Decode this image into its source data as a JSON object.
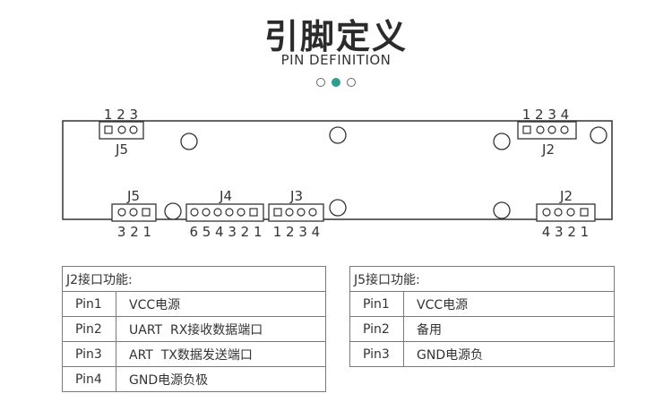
{
  "header": {
    "title": "引脚定义",
    "subtitle": "PIN DEFINITION"
  },
  "pager": {
    "count": 3,
    "active_index": 1,
    "active_color": "#2f9e8f"
  },
  "board": {
    "top_connectors": {
      "j5": {
        "name": "J5",
        "pin_numbers": "1 2 3"
      },
      "j2": {
        "name": "J2",
        "pin_numbers": "1 2 3 4"
      }
    },
    "bottom_connectors": {
      "j5": {
        "name": "J5",
        "pin_numbers": "3 2 1"
      },
      "j4": {
        "name": "J4",
        "pin_numbers": "6 5 4 3 2 1"
      },
      "j3": {
        "name": "J3",
        "pin_numbers": "1 2 3 4"
      },
      "j2": {
        "name": "J2",
        "pin_numbers": "4 3 2 1"
      }
    }
  },
  "j2_table": {
    "title": "J2接口功能:",
    "rows": [
      {
        "pin": "Pin1",
        "function": "VCC电源"
      },
      {
        "pin": "Pin2",
        "function": "UART  RX接收数据端口"
      },
      {
        "pin": "Pin3",
        "function": "ART  TX数据发送端口"
      },
      {
        "pin": "Pin4",
        "function": "GND电源负极"
      }
    ]
  },
  "j5_table": {
    "title": "J5接口功能:",
    "rows": [
      {
        "pin": "Pin1",
        "function": "VCC电源"
      },
      {
        "pin": "Pin2",
        "function": "备用"
      },
      {
        "pin": "Pin3",
        "function": "GND电源负"
      }
    ]
  }
}
